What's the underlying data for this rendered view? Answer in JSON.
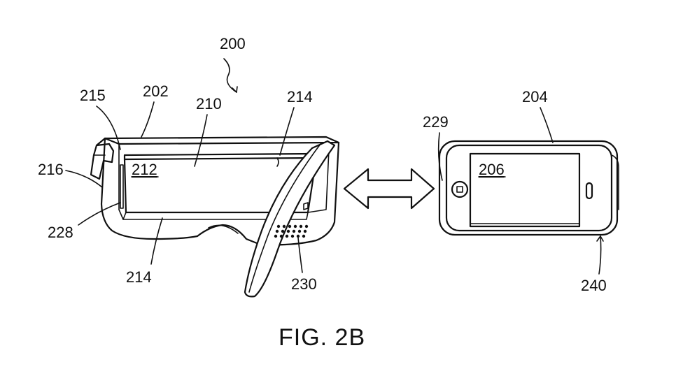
{
  "figure": {
    "caption": "FIG. 2B",
    "refs": {
      "system": "200",
      "headset": "202",
      "device": "204",
      "screen": "206",
      "display_area": "210",
      "display_label": "212",
      "frame_top": "214",
      "frame_bottom": "214",
      "corner": "215",
      "side": "216",
      "slot": "228",
      "home_button": "229",
      "vents": "230",
      "case": "240"
    }
  },
  "colors": {
    "ink": "#111111",
    "paper": "#ffffff"
  }
}
